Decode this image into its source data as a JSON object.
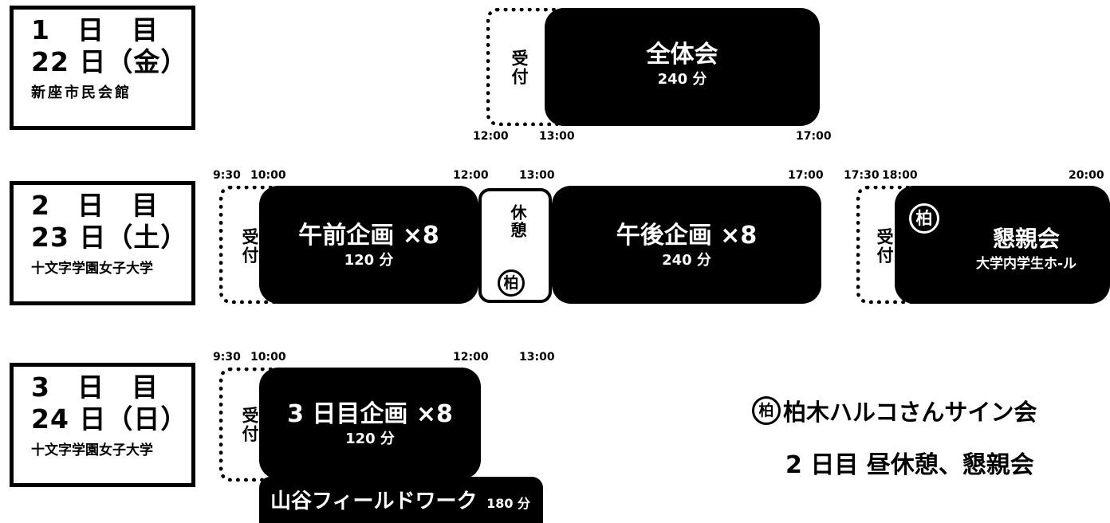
{
  "days": [
    {
      "l1": "1　日　目",
      "l2": "22 日（金）",
      "l3": "新座市民会館"
    },
    {
      "l1": "2　日　目",
      "l2": "23 日（土）",
      "l3": "十文字学園女子大学"
    },
    {
      "l1": "3　日　目",
      "l2": "24 日（日）",
      "l3": "十文字学園女子大学"
    }
  ],
  "reception_label": "受付",
  "rest_label": "休憩",
  "kashiwa_mark": "柏",
  "blocks": {
    "zentai": {
      "title": "全体会",
      "sub": "240 分"
    },
    "gozen": {
      "title": "午前企画 ×8",
      "sub": "120 分"
    },
    "gogo": {
      "title": "午後企画 ×8",
      "sub": "240 分"
    },
    "konshin": {
      "title": "懇親会",
      "sub": "大学内学生ホ-ル"
    },
    "day3": {
      "title": "3 日目企画 ×8",
      "sub": "120 分"
    },
    "fieldwork": {
      "title": "山谷フィールドワーク",
      "sub": "180 分"
    }
  },
  "times": {
    "d1_1200": "12:00",
    "d1_1300": "13:00",
    "d1_1700": "17:00",
    "d2_0930": "9:30",
    "d2_1000": "10:00",
    "d2_1200": "12:00",
    "d2_1300": "13:00",
    "d2_1700": "17:00",
    "d2_1730": "17:30",
    "d2_1800": "18:00",
    "d2_2000": "20:00",
    "d3_0930": "9:30",
    "d3_1000": "10:00",
    "d3_1200": "12:00",
    "d3_1300": "13:00"
  },
  "legend": {
    "line1": "柏木ハルコさんサイン会",
    "line2": "2 日目  昼休憩、懇親会"
  }
}
